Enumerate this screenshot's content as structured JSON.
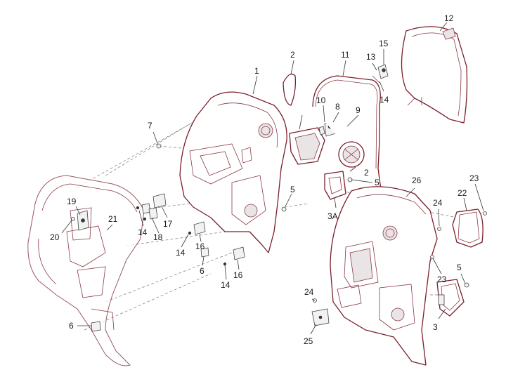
{
  "callouts": {
    "c1": "1",
    "c2a": "2",
    "c2b": "2",
    "c3": "3",
    "c3a": "3A",
    "c5a": "5",
    "c5b": "5",
    "c5c": "5",
    "c6a": "6",
    "c6b": "6",
    "c7": "7",
    "c8": "8",
    "c9": "9",
    "c10": "10",
    "c11": "11",
    "c12": "12",
    "c13": "13",
    "c14a": "14",
    "c14b": "14",
    "c14c": "14",
    "c14d": "14",
    "c15": "15",
    "c16a": "16",
    "c16b": "16",
    "c17": "17",
    "c18": "18",
    "c19": "19",
    "c20": "20",
    "c21": "21",
    "c22": "22",
    "c23a": "23",
    "c23b": "23",
    "c24a": "24",
    "c24b": "24",
    "c25": "25",
    "c26": "26"
  },
  "colors": {
    "outline": "#7a1f2b",
    "label": "#1a1a1a",
    "background": "#ffffff"
  }
}
